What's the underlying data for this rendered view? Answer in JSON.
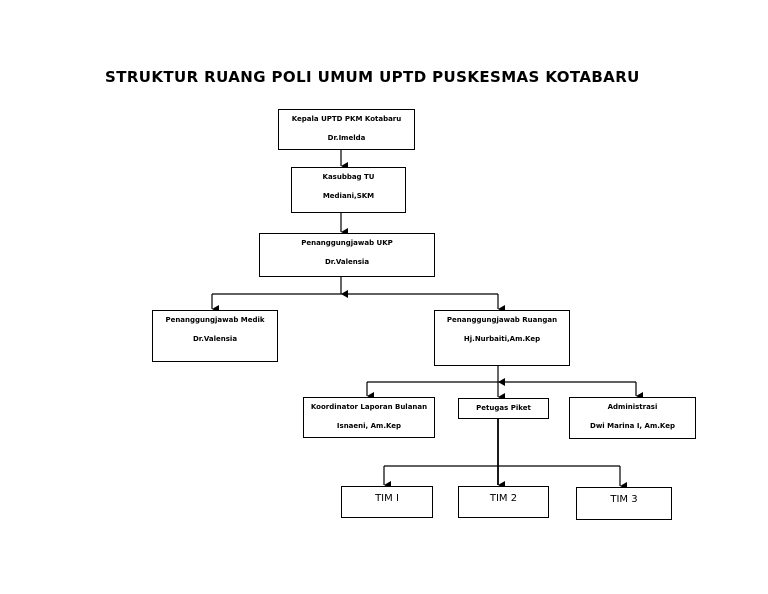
{
  "title": "STRUKTUR RUANG POLI UMUM UPTD PUSKESMAS KOTABARU",
  "boxes": {
    "kepala": {
      "role": "Kepala UPTD PKM Kotabaru",
      "name": "Dr.Imelda"
    },
    "kasubbag": {
      "role": "Kasubbag TU",
      "name": "Mediani,SKM"
    },
    "pj_ukp": {
      "role": "Penanggungjawab UKP",
      "name": "Dr.Valensia"
    },
    "pj_medik": {
      "role": "Penanggungjawab Medik",
      "name": "Dr.Valensia"
    },
    "pj_ruangan": {
      "role": "Penanggungjawab Ruangan",
      "name": "Hj.Nurbaiti,Am.Kep"
    },
    "koordinator": {
      "role": "Koordinator Laporan Bulanan",
      "name": "Isnaeni, Am.Kep"
    },
    "petugas_piket": {
      "role": "Petugas Piket"
    },
    "administrasi": {
      "role": "Administrasi",
      "name": "Dwi Marina I, Am.Kep"
    },
    "tim1": {
      "role": "TIM I"
    },
    "tim2": {
      "role": "TIM 2"
    },
    "tim3": {
      "role": "TIM 3"
    }
  }
}
